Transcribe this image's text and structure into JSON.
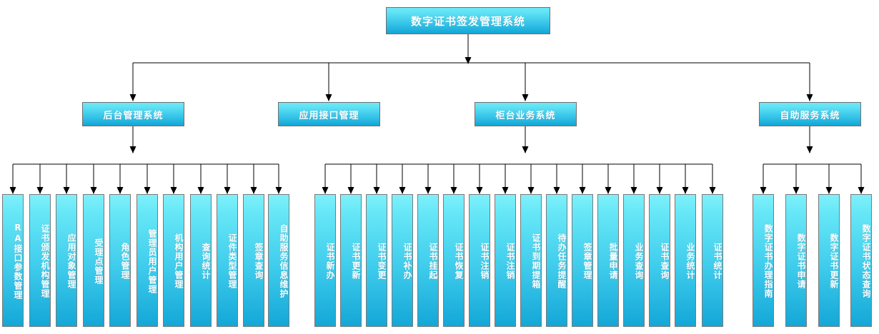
{
  "diagram": {
    "title": "数字证书签发管理系统",
    "type": "organizational-hierarchy",
    "root": {
      "label": "数字证书签发管理系统"
    },
    "branches": [
      {
        "id": "backend",
        "label": "后台管理系统",
        "children": [
          "RA接口参数管理",
          "证书颁发机构管理",
          "应用对象管理",
          "受理点管理",
          "角色管理",
          "管理员用户管理",
          "机构用户管理",
          "查询统计",
          "证件类型管理",
          "签章查询",
          "自助服务信息维护"
        ]
      },
      {
        "id": "api",
        "label": "应用接口管理",
        "children": []
      },
      {
        "id": "counter",
        "label": "柜台业务系统",
        "children": [
          "证书新办",
          "证书更新",
          "证书变更",
          "证书补办",
          "证书挂起",
          "证书恢复",
          "证书注销",
          "证书注销",
          "证书到期提箱",
          "待办任务提醒",
          "签章管理",
          "批量申请",
          "业务查询",
          "证书查询",
          "业务统计",
          "证书统计"
        ]
      },
      {
        "id": "selfservice",
        "label": "自助服务系统",
        "children": [
          "数字证书办理指南",
          "数字证书申请",
          "数字证书更新",
          "数字证书状态查询"
        ]
      }
    ],
    "colors": {
      "node_top": "#6FE9F7",
      "node_bottom": "#13A6D6",
      "node_border": "#808080",
      "connector": "#000000",
      "label_text": "#ffffff",
      "background": "#ffffff"
    }
  }
}
